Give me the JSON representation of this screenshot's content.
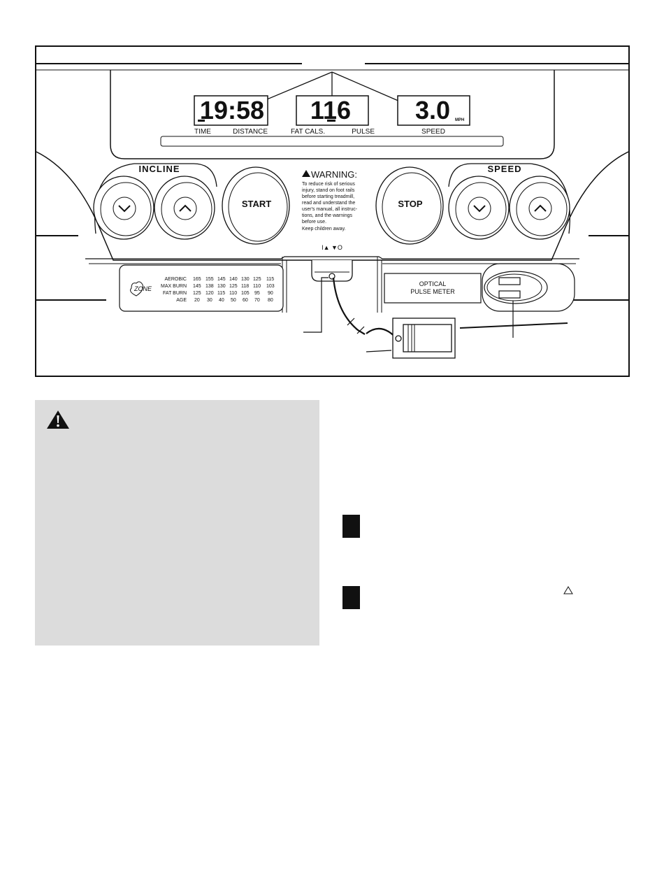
{
  "console": {
    "displays": {
      "time_distance_value": "19:58",
      "time_label": "TIME",
      "distance_label": "DISTANCE",
      "fat_cals_pulse_value": "116",
      "fat_cals_label": "FAT CALS.",
      "pulse_label": "PULSE",
      "speed_value": "3.0",
      "speed_unit": "MPH",
      "speed_label": "SPEED"
    },
    "incline_label": "INCLINE",
    "speed_label": "SPEED",
    "start_label": "START",
    "stop_label": "STOP",
    "warning": {
      "title": "WARNING:",
      "lines": [
        "To reduce risk of serious",
        "injury, stand on foot rails",
        "before starting treadmill,",
        "read and understand the",
        "user's manual, all instruc-",
        "tions, and the warnings",
        "before use.",
        "Keep children away."
      ]
    },
    "key_symbols": "I▲   ▼O",
    "zone_logo": "ZONE",
    "zone_chart": {
      "rows": [
        {
          "label": "AEROBIC",
          "values": [
            "165",
            "155",
            "145",
            "140",
            "130",
            "125",
            "115"
          ]
        },
        {
          "label": "MAX BURN",
          "values": [
            "145",
            "138",
            "130",
            "125",
            "118",
            "110",
            "103"
          ]
        },
        {
          "label": "FAT BURN",
          "values": [
            "125",
            "120",
            "115",
            "110",
            "105",
            "95",
            "90"
          ]
        },
        {
          "label": "AGE",
          "values": [
            "20",
            "30",
            "40",
            "50",
            "60",
            "70",
            "80"
          ]
        }
      ]
    },
    "optical_line1": "OPTICAL",
    "optical_line2": "PULSE METER"
  },
  "icons": {
    "warning_icon": "warning-triangle-icon",
    "step_marker": "black-square-icon",
    "inline_symbol": "triangle-outline-icon"
  },
  "colors": {
    "warning_box_background": "#dcdcdc",
    "ink": "#111111"
  }
}
